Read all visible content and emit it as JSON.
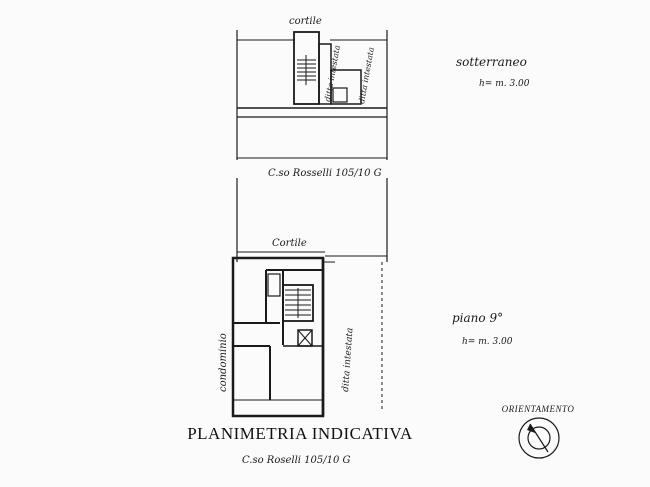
{
  "caption": "PLANIMETRIA INDICATIVA",
  "orientation_label": "ORIENTAMENTO",
  "basement": {
    "courtyard_label": "cortile",
    "street_label": "C.so Rosselli 105/10 G",
    "ditta_left_label": "ditta intestata",
    "ditta_right_label": "ditta intestata",
    "level_label": "sotterraneo",
    "height_label": "h= m. 3.00"
  },
  "ninth_floor": {
    "courtyard_label": "Cortile",
    "street_label": "C.so Roselli 105/10 G",
    "left_label": "condominio",
    "right_label": "ditta intestata",
    "level_label": "piano 9°",
    "height_label": "h= m. 3.00"
  },
  "colors": {
    "ink": "#1a1a1a",
    "paper": "#fbfbfb"
  }
}
